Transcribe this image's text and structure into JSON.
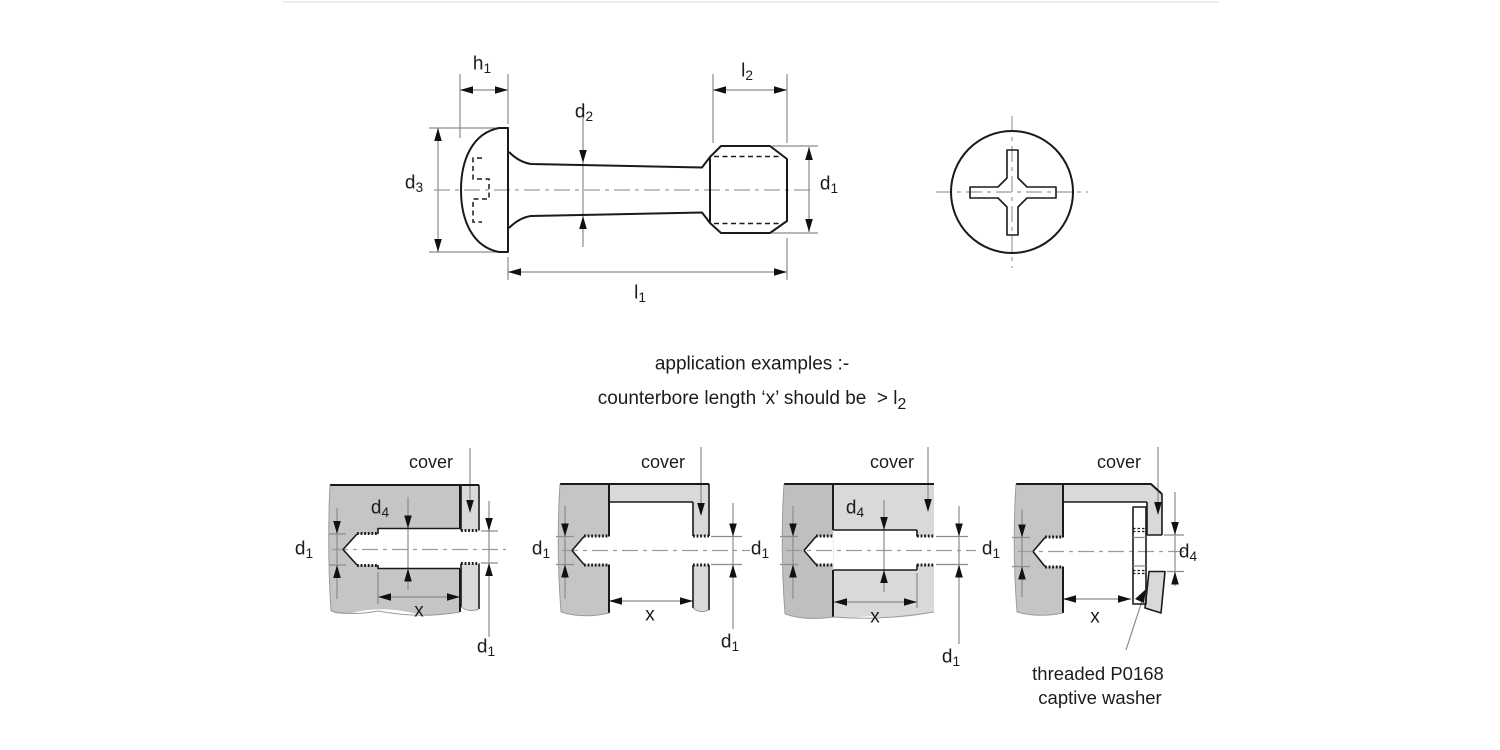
{
  "page": {
    "background": "#ffffff",
    "top_border_color": "#ececec"
  },
  "colors": {
    "outline": "#1a1a1a",
    "dimension_line": "#8c8c8c",
    "centerline": "#9c9c9c",
    "block_fill": "#c5c5c5",
    "block_fill_dark": "#bfbfbf",
    "cover_fill": "#d9d9d9"
  },
  "dims": {
    "h1": {
      "base": "h",
      "sub": "1"
    },
    "d1": {
      "base": "d",
      "sub": "1"
    },
    "d2": {
      "base": "d",
      "sub": "2"
    },
    "d3": {
      "base": "d",
      "sub": "3"
    },
    "d4": {
      "base": "d",
      "sub": "4"
    },
    "l1": {
      "base": "l",
      "sub": "1"
    },
    "l2": {
      "base": "l",
      "sub": "2"
    },
    "x": {
      "base": "x",
      "sub": ""
    }
  },
  "headings": {
    "line1": "application examples :-",
    "line2_prefix": "counterbore length ‘x’ should be  > "
  },
  "examples": {
    "cover_label": "cover",
    "washer_note_line1": "threaded P0168",
    "washer_note_line2": "captive washer"
  }
}
